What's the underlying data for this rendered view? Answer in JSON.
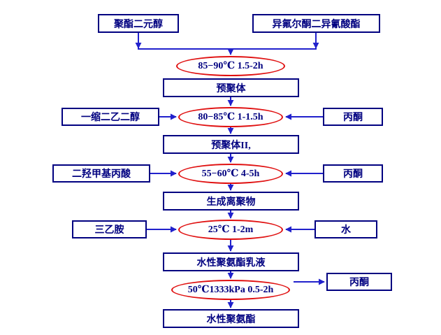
{
  "colors": {
    "background": "#FFFFFF",
    "box_border": "#000080",
    "text_color": "#000080",
    "arrow_color": "#2121CC",
    "ellipse_stroke": "#E01010"
  },
  "flowchart": {
    "inputs": {
      "polyester_diol": "聚酯二元醇",
      "ipdi": "异氟尔酮二异氰酸酯"
    },
    "conditions": {
      "step1": "85−90℃ 1.5-2h",
      "step2": "80−85℃ 1-1.5h",
      "step3": "55−60℃ 4-5h",
      "step4": "25℃ 1-2m",
      "step5": "50℃1333kPa 0.5-2h"
    },
    "main_chain": {
      "prepolymer": "预聚体",
      "prepolymer2": "预聚体II,",
      "ionomer": "生成离聚物",
      "emulsion": "水性聚氨酯乳液",
      "final_product": "水性聚氨酯"
    },
    "side_inputs": {
      "deg": "一缩二乙二醇",
      "acetone1": "丙酮",
      "dmpa": "二羟甲基丙酸",
      "acetone2": "丙酮",
      "tea": "三乙胺",
      "water": "水"
    },
    "side_outputs": {
      "acetone_removed": "丙酮"
    }
  }
}
